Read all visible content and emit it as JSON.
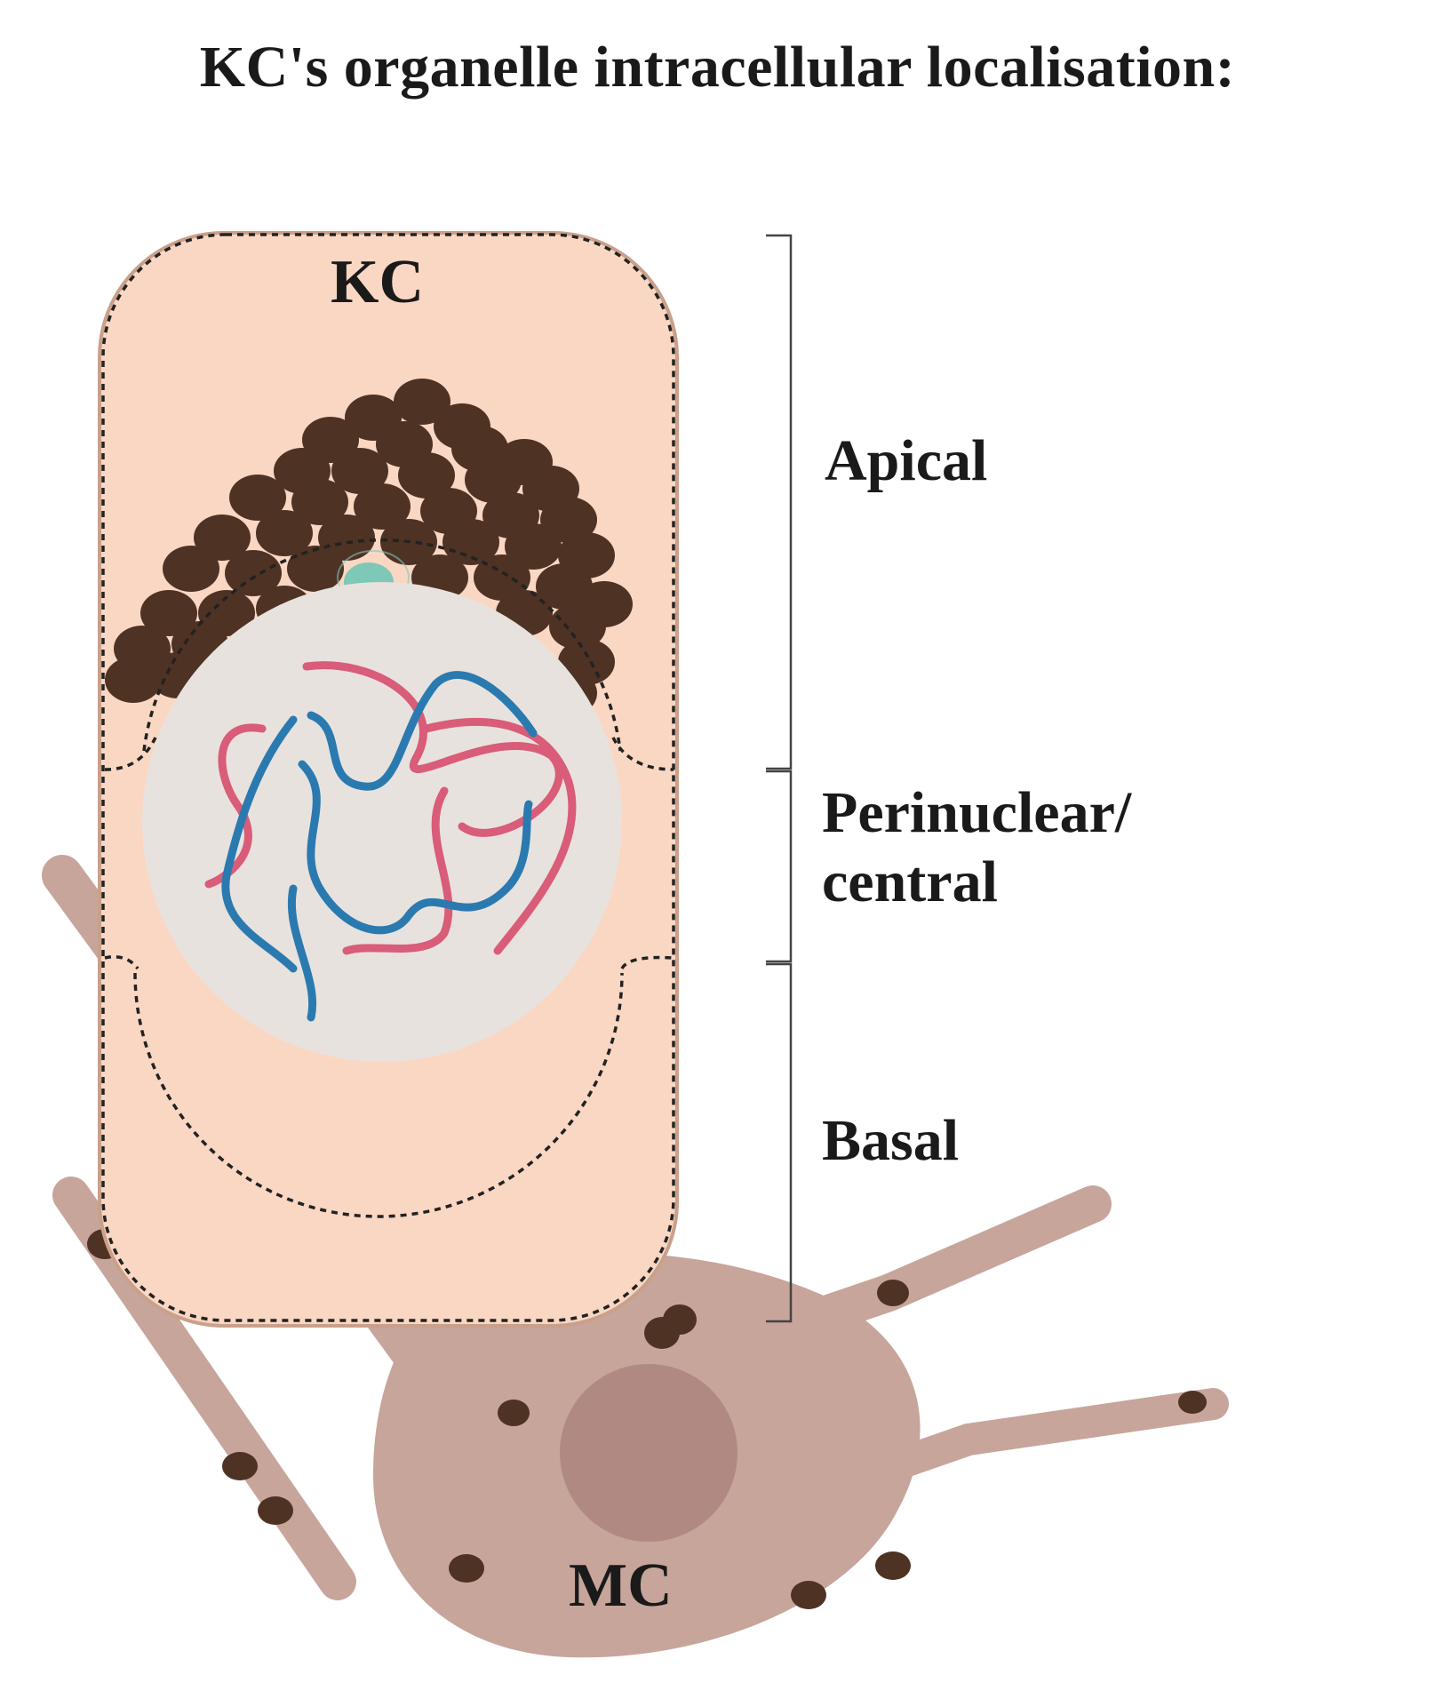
{
  "title": "KC's organelle intracellular localisation:",
  "cells": {
    "keratinocyte": {
      "label": "KC"
    },
    "melanocyte": {
      "label": "MC"
    }
  },
  "regions": {
    "apical": {
      "label": "Apical"
    },
    "perinuclear": {
      "line1": "Perinuclear/",
      "line2": "central"
    },
    "basal": {
      "label": "Basal"
    }
  },
  "colors": {
    "keratinocyte_fill": "#fad7c3",
    "keratinocyte_border": "#c9a08a",
    "melanocyte_fill": "#c7a59b",
    "melanocyte_nucleus": "#b08a82",
    "melanosome": "#4e3224",
    "nucleus_fill": "#e8e2de",
    "chromosome_red": "#d95c78",
    "chromosome_blue": "#2a7ab0",
    "centrosome": "#7ec8b8",
    "dashed_outline": "#222222",
    "bracket": "#444444"
  }
}
